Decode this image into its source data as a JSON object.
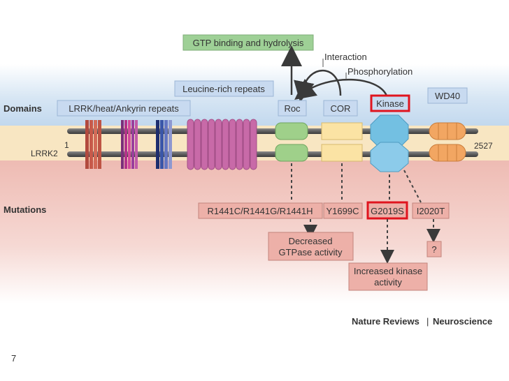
{
  "diagram": {
    "top_label": "GTP binding and hydrolysis",
    "interaction_label": "Interaction",
    "phosphorylation_label": "Phosphorylation",
    "leucine_label": "Leucine-rich repeats",
    "domains_label": "Domains",
    "lrrk_label": "LRRK/heat/Ankyrin repeats",
    "roc_label": "Roc",
    "cor_label": "COR",
    "kinase_label": "Kinase",
    "wd40_label": "WD40",
    "start_number": "1",
    "end_number": "2527",
    "protein_label": "LRRK2",
    "mutations_label": "Mutations",
    "mutation_roc": "R1441C/R1441G/R1441H",
    "mutation_cor": "Y1699C",
    "mutation_kinase_1": "G2019S",
    "mutation_kinase_2": "I2020T",
    "effect_gtpase_line1": "Decreased",
    "effect_gtpase_line2": "GTPase activity",
    "effect_kinase_line1": "Increased kinase",
    "effect_kinase_line2": "activity",
    "effect_unknown": "?",
    "credit_journal": "Nature Reviews",
    "credit_separator": "|",
    "credit_section": "Neuroscience"
  },
  "slide_number": "7",
  "colors": {
    "domains_band": "#c9dcf0",
    "protein_band": "#f8e6c2",
    "mutations_band": "#f2c6c0",
    "label_box_blue": "#c8daf0",
    "label_box_salmon": "#edb0a8",
    "highlight_red": "#e0141e",
    "gtp_box_green": "#9ed096",
    "credit_green": "#1f9a3e"
  }
}
